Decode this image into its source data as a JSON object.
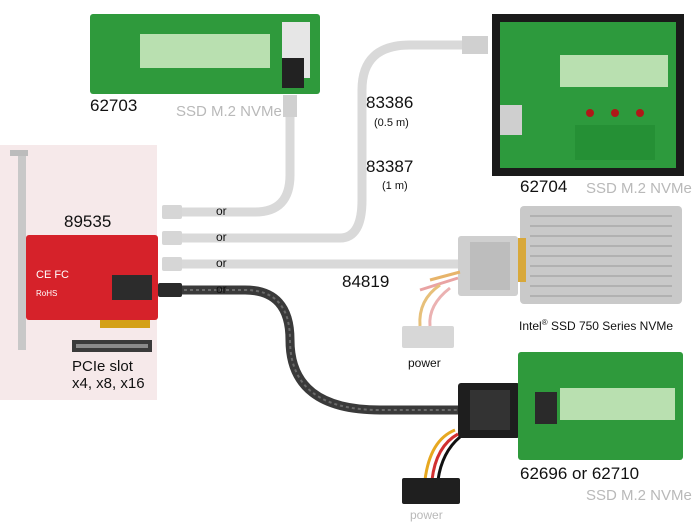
{
  "adapters": {
    "top_left": {
      "part": "62703",
      "desc": "SSD M.2 NVMe"
    },
    "top_right": {
      "part": "62704",
      "desc": "SSD M.2 NVMe"
    },
    "bottom_right": {
      "part": "62696 or 62710",
      "desc": "SSD M.2 NVMe"
    }
  },
  "pcie_card": {
    "part": "89535",
    "slot_title": "PCIe slot",
    "slot_sizes": "x4, x8, x16"
  },
  "cables": {
    "c1": {
      "part": "83386",
      "length": "(0.5 m)"
    },
    "c2": {
      "part": "83387",
      "length": "(1 m)"
    },
    "c3": {
      "part": "84819"
    }
  },
  "intel_ssd": {
    "brand": "Intel",
    "reg": "®",
    "model": "SSD 750 Series NVMe"
  },
  "power_labels": [
    "power",
    "power"
  ],
  "or_labels": [
    "or",
    "or",
    "or",
    "or"
  ]
}
